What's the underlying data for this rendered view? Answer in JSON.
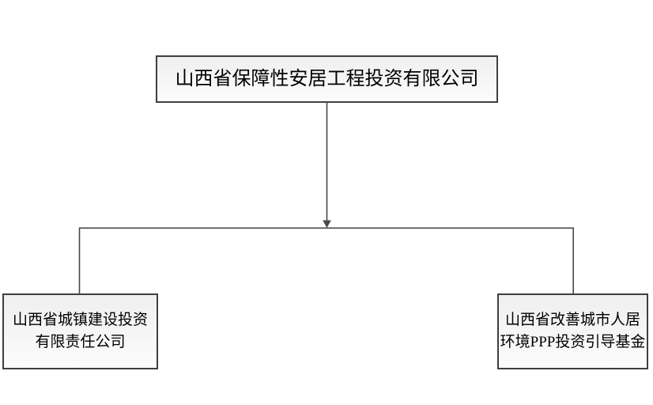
{
  "diagram": {
    "type": "org-chart",
    "root": {
      "id": "parent-company",
      "full_label": "山西省保障性安居工程投资有限公司",
      "lines": [
        "山西省保障性安居工程投资有限公司"
      ]
    },
    "children": [
      {
        "id": "child-left",
        "full_label": "山西省城镇建设投资有限责任公司",
        "lines": [
          "山西省城镇建设投资",
          "有限责任公司"
        ]
      },
      {
        "id": "child-right",
        "full_label": "山西省改善城市人居环境PPP投资引导基金",
        "lines": [
          "山西省改善城市人居",
          "环境PPP投资引导基金"
        ]
      }
    ],
    "edges": [
      {
        "from": "parent-company",
        "to": "child-left"
      },
      {
        "from": "parent-company",
        "to": "child-right"
      }
    ]
  },
  "colors": {
    "background": "#ffffff",
    "box_border": "#3f3f3f",
    "connector": "#464646",
    "box_fill_top": "#efefef",
    "box_fill_bottom": "#fcfcfc",
    "text": "#000000"
  }
}
